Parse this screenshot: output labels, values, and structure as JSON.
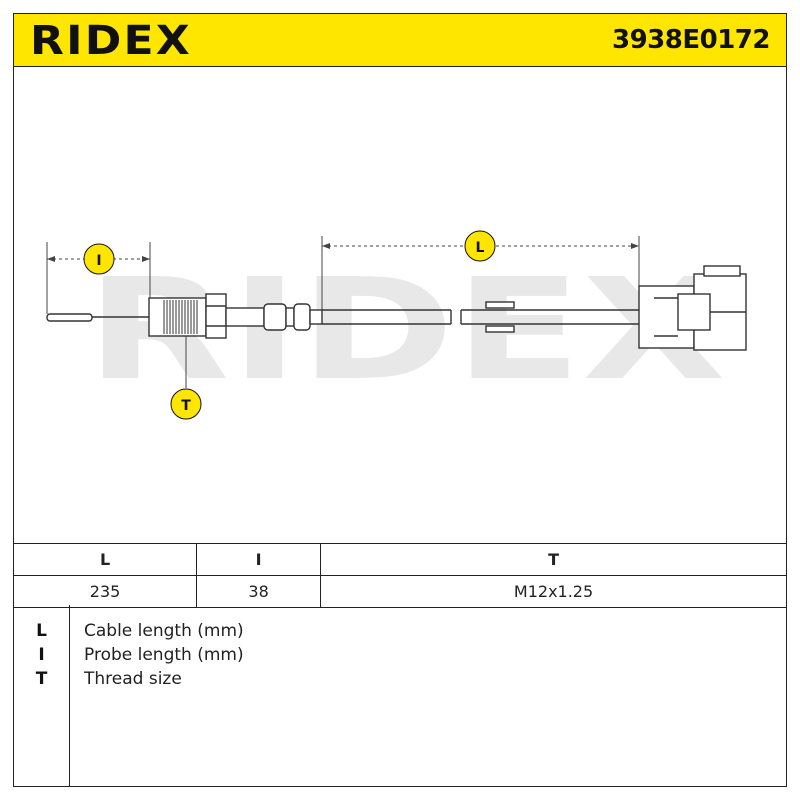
{
  "header": {
    "brand": "RIDEX",
    "part_number": "3938E0172"
  },
  "drawing": {
    "watermark": "RIDEX",
    "markers": [
      "I",
      "L",
      "T"
    ],
    "colors": {
      "marker_fill": "#ffe600",
      "watermark": "#e6e6e6",
      "line": "#333333"
    }
  },
  "spec_table": {
    "columns": [
      "L",
      "I",
      "T"
    ],
    "values": [
      "235",
      "38",
      "M12x1.25"
    ]
  },
  "legend": {
    "items": [
      {
        "key": "L",
        "description": "Cable length (mm)"
      },
      {
        "key": "I",
        "description": "Probe length (mm)"
      },
      {
        "key": "T",
        "description": "Thread size"
      }
    ]
  }
}
